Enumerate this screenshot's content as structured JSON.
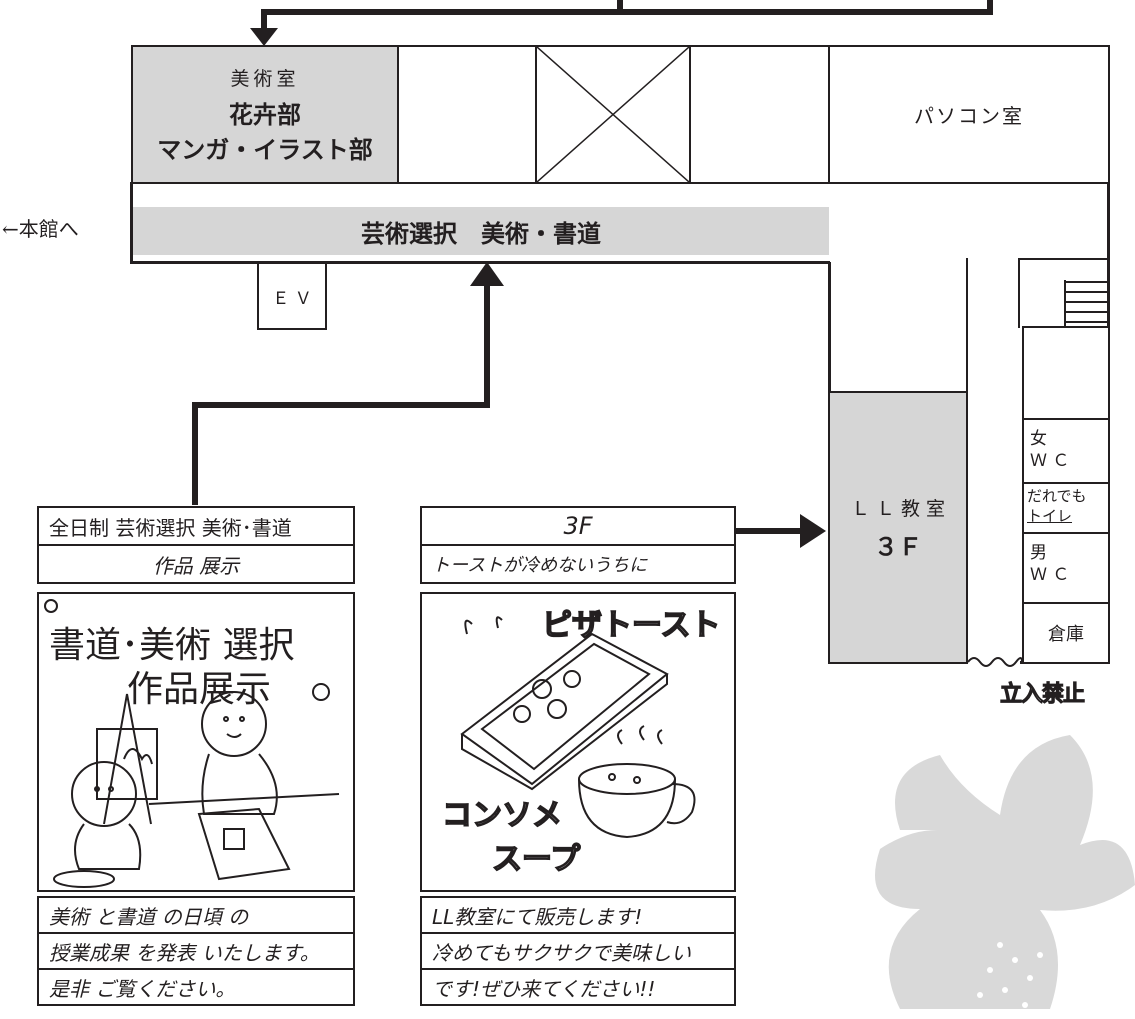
{
  "map": {
    "art_room": "美術室",
    "flower_club": "花卉部",
    "manga_club": "マンガ・イラスト部",
    "pc_room": "パソコン室",
    "to_main": "←本館へ",
    "corridor": "芸術選択　美術・書道",
    "ev": "Ｅ Ｖ",
    "ll_room": "Ｌ Ｌ 教 室",
    "ll_floor": "３Ｆ",
    "women_wc_1": "女",
    "women_wc_2": "Ｗ Ｃ",
    "anyone_toilet_1": "だれでも",
    "anyone_toilet_2": "トイレ",
    "men_wc_1": "男",
    "men_wc_2": "Ｗ Ｃ",
    "storage": "倉庫",
    "no_entry": "立入禁止"
  },
  "poster_left": {
    "header_1": "全日制 芸術選択 美術･書道",
    "header_2": "作品 展示",
    "title_1": "書道･美術 選択",
    "title_2": "作品展示",
    "note_1": "美術 と書道 の日頃 の",
    "note_2": "授業成果 を発表 いたします。",
    "note_3": "是非 ご覧ください。"
  },
  "poster_right": {
    "header_1": "3F",
    "header_2": "トーストが冷めないうちに",
    "pizza_label": "ピザトースト",
    "soup_label_1": "コンソメ",
    "soup_label_2": "スープ",
    "note_1": "LL教室にて販売します!",
    "note_2": "冷めてもサクサクで美味しい",
    "note_3": "です!ぜひ来てください!!"
  },
  "colors": {
    "line": "#231f20",
    "room_fill": "#d6d6d6",
    "flower": "#d9d9d9"
  }
}
